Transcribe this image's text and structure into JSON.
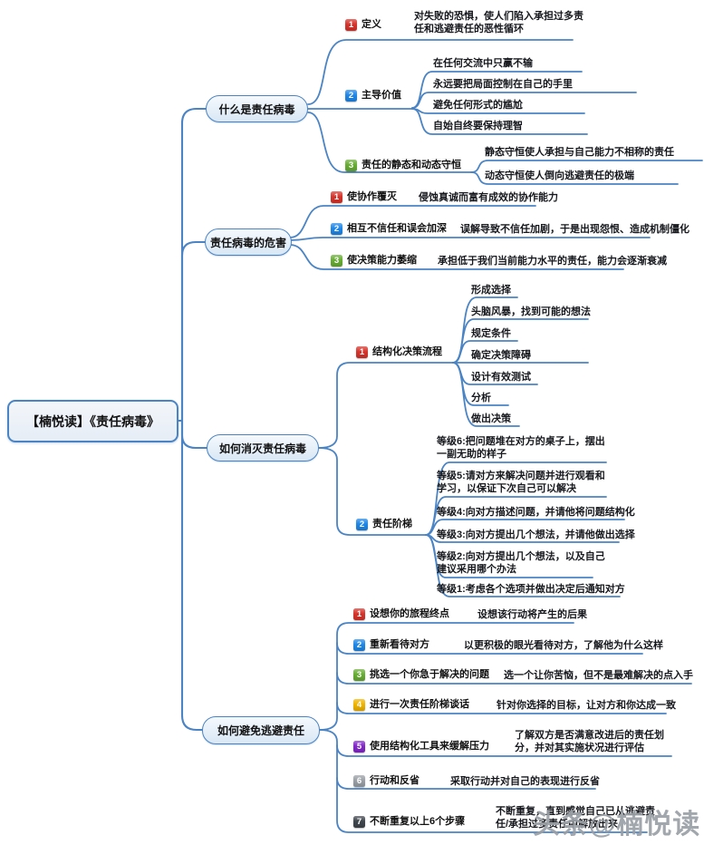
{
  "colors": {
    "line": "#4A84C4",
    "badges": {
      "1": "#D7342B",
      "2": "#1F87E8",
      "3": "#67AD33",
      "4": "#F0B400",
      "5": "#8227C9",
      "6": "#9AA0A6",
      "7": "#3F464D"
    }
  },
  "root": {
    "label": "【楠悦读】《责任病毒》"
  },
  "watermark": {
    "text": "头条@楠悦读"
  },
  "branches": [
    {
      "label": "什么是责任病毒",
      "children": [
        {
          "num": "1",
          "label": "定义",
          "leaves": [
            "对失败的恐惧，使人们陷入承担过多责任和逃避责任的恶性循环"
          ]
        },
        {
          "num": "2",
          "label": "主导价值",
          "leaves": [
            "在任何交流中只赢不输",
            "永远要把局面控制在自己的手里",
            "避免任何形式的尴尬",
            "自始自终要保持理智"
          ]
        },
        {
          "num": "3",
          "label": "责任的静态和动态守恒",
          "leaves": [
            "静态守恒使人承担与自己能力不相称的责任",
            "动态守恒使人倒向逃避责任的极端"
          ]
        }
      ]
    },
    {
      "label": "责任病毒的危害",
      "children": [
        {
          "num": "1",
          "label": "使协作覆灭",
          "leaves": [
            "侵蚀真诚而富有成效的协作能力"
          ]
        },
        {
          "num": "2",
          "label": "相互不信任和误会加深",
          "leaves": [
            "误解导致不信任加剧，于是出现怨恨、造成机制僵化"
          ]
        },
        {
          "num": "3",
          "label": "使决策能力萎缩",
          "leaves": [
            "承担低于我们当前能力水平的责任，能力会逐渐衰减"
          ]
        }
      ]
    },
    {
      "label": "如何消灭责任病毒",
      "children": [
        {
          "num": "1",
          "label": "结构化决策流程",
          "leaves": [
            "形成选择",
            "头脑风暴，找到可能的想法",
            "规定条件",
            "确定决策障碍",
            "设计有效测试",
            "分析",
            "做出决策"
          ]
        },
        {
          "num": "2",
          "label": "责任阶梯",
          "leaves": [
            "等级6:把问题堆在对方的桌子上，摆出一副无助的样子",
            "等级5:请对方来解决问题并进行观看和学习，以保证下次自己可以解决",
            "等级4:向对方描述问题，并请他将问题结构化",
            "等级3:向对方提出几个想法，并请他做出选择",
            "等级2:向对方提出几个想法，以及自己建议采用哪个办法",
            "等级1:考虑各个选项并做出决定后通知对方"
          ]
        }
      ]
    },
    {
      "label": "如何避免逃避责任",
      "children": [
        {
          "num": "1",
          "label": "设想你的旅程终点",
          "leaves": [
            "设想该行动将产生的后果"
          ]
        },
        {
          "num": "2",
          "label": "重新看待对方",
          "leaves": [
            "以更积极的眼光看待对方，了解他为什么这样"
          ]
        },
        {
          "num": "3",
          "label": "挑选一个你急于解决的问题",
          "leaves": [
            "选一个让你苦恼，但不是最难解决的点入手"
          ]
        },
        {
          "num": "4",
          "label": "进行一次责任阶梯谈话",
          "leaves": [
            "针对你选择的目标，让对方和你达成一致"
          ]
        },
        {
          "num": "5",
          "label": "使用结构化工具来缓解压力",
          "leaves": [
            "了解双方是否满意改进后的责任划分，并对其实施状况进行评估"
          ]
        },
        {
          "num": "6",
          "label": "行动和反省",
          "leaves": [
            "采取行动并对自己的表现进行反省"
          ]
        },
        {
          "num": "7",
          "label": "不断重复以上6个步骤",
          "leaves": [
            "不断重复，直到感觉自己已从逃避责任/承担过多责任中解放出来"
          ]
        }
      ]
    }
  ]
}
